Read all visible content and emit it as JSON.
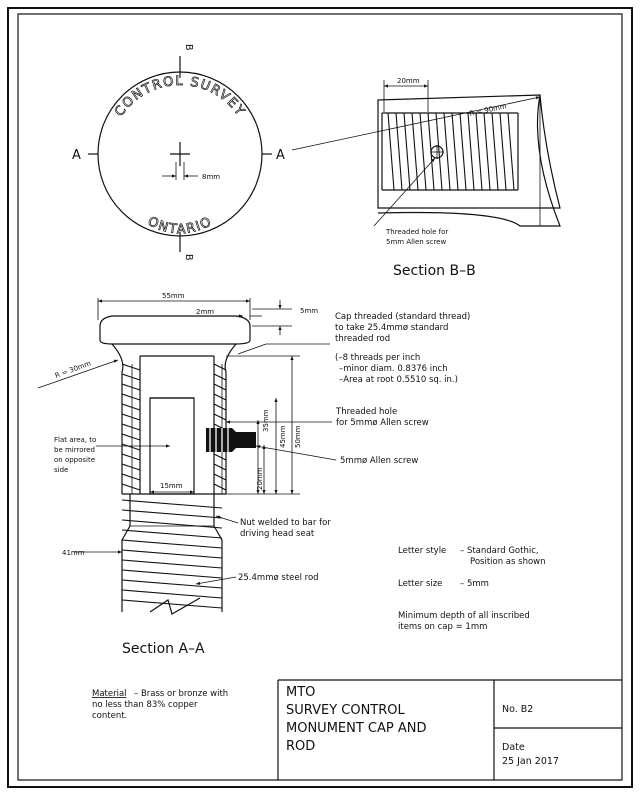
{
  "top_view": {
    "inscription_top": "CONTROL SURVEY",
    "inscription_bottom": "ONTARIO",
    "marker_b": "B",
    "marker_a": "A",
    "dim_8mm": "8mm"
  },
  "section_bb": {
    "title": "Section B–B",
    "dim_20mm": "20mm",
    "radius_label": "R = 90mm",
    "callout_line1": "Threaded hole for",
    "callout_line2": "5mm Allen screw"
  },
  "section_aa": {
    "title": "Section A–A",
    "dim_55mm": "55mm",
    "dim_2mm": "2mm",
    "dim_5mm": "5mm",
    "radius_label": "R = 30mm",
    "dim_35mm": "35mm",
    "dim_45mm": "45mm",
    "dim_50mm": "50mm",
    "dim_20mm": "20mm",
    "dim_15mm": "15mm",
    "dim_41mm": "41mm",
    "flat_area": [
      "Flat area, to",
      "be mirrored",
      "on opposite",
      "side"
    ],
    "cap_note": [
      "Cap threaded (standard thread)",
      "to take 25.4mmø standard",
      "threaded rod"
    ],
    "thread_notes": [
      "(–8 threads per inch",
      "–minor diam. 0.8376 inch",
      "–Area at root 0.5510 sq. in.)"
    ],
    "hole_note": [
      "Threaded hole",
      "for 5mmø Allen screw"
    ],
    "screw_note": "5mmø Allen screw",
    "nut_note": [
      "Nut welded to bar for",
      "driving head seat"
    ],
    "rod_note": "25.4mmø steel rod"
  },
  "notes": {
    "letter_style_label": "Letter style",
    "letter_style_value": [
      "– Standard Gothic,",
      "Position as shown"
    ],
    "letter_size_label": "Letter size",
    "letter_size_value": "– 5mm",
    "min_depth": [
      "Minimum depth of all inscribed",
      "items on cap = 1mm"
    ]
  },
  "material": {
    "label": "Material",
    "text": [
      "– Brass or bronze with",
      "no less than 83% copper",
      "content."
    ]
  },
  "title_block": {
    "org": "MTO",
    "title": [
      "SURVEY CONTROL",
      "MONUMENT CAP AND",
      "ROD"
    ],
    "number": "No. B2",
    "date_label": "Date",
    "date_value": "25 Jan 2017"
  }
}
